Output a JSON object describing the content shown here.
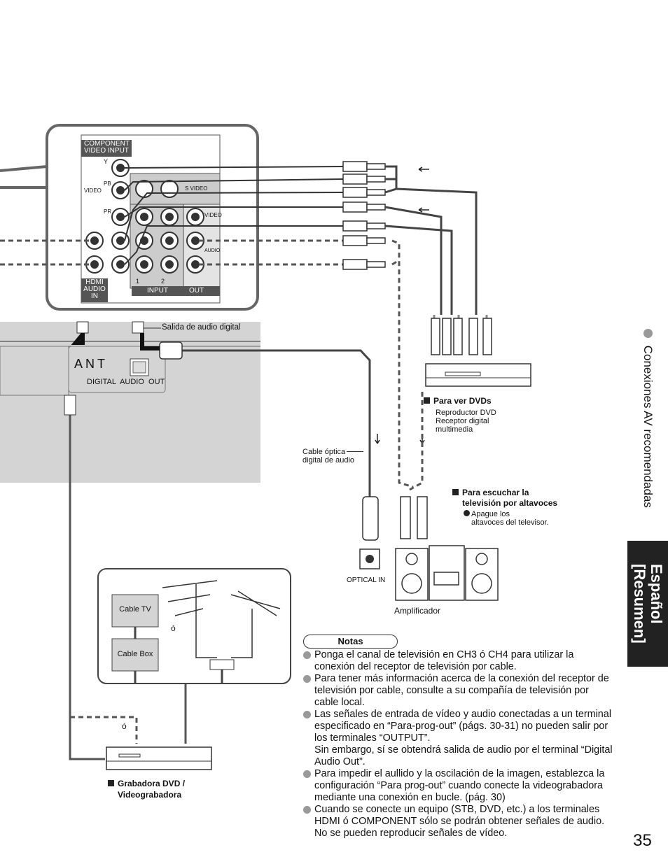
{
  "panel": {
    "component_label_1": "COMPONENT",
    "component_label_2": "VIDEO INPUT",
    "y_label": "Y",
    "pb_label": "PB",
    "pr_label": "PR",
    "video_label": "VIDEO",
    "svideo_label": "S VIDEO",
    "video_label_2": "VIDEO",
    "audio_label": "AUDIO",
    "hdmi_label_1": "HDMI",
    "hdmi_label_2": "AUDIO",
    "hdmi_label_3": "IN",
    "input_label": "INPUT",
    "out_label": "OUT",
    "input_1": "1",
    "input_2": "2"
  },
  "tv": {
    "ant_label": "ANT",
    "digital_audio_out": "DIGITAL  AUDIO  OUT",
    "salida_audio": "Salida de audio digital"
  },
  "dvd": {
    "heading": "Para ver DVDs",
    "items": [
      "Reproductor DVD",
      "Receptor digital",
      "multimedia"
    ]
  },
  "cable": {
    "label_1": "Cable óptica",
    "label_2": "digital de audio"
  },
  "speakers": {
    "heading_1": "Para escuchar la",
    "heading_2": "televisión por altavoces",
    "note_1": "Apague los",
    "note_2": "altavoces del televisor."
  },
  "amp": {
    "optical_in": "OPTICAL IN",
    "label": "Amplificador"
  },
  "antenna_box": {
    "cable_tv": "Cable TV",
    "cable_box": "Cable Box",
    "or_1": "ó"
  },
  "recorder": {
    "or_2": "ó",
    "heading_1": "Grabadora DVD /",
    "heading_2": "Videograbadora"
  },
  "notes": {
    "badge": "Notas",
    "items": [
      "Ponga el canal de televisión en CH3 ó CH4 para utilizar la conexión del receptor de televisión por cable.",
      "Para tener más información acerca de la conexión del receptor de televisión por cable, consulte a su compañía de televisión por cable local.",
      "Las señales de entrada de vídeo y audio conectadas a un terminal especificado en “Para-prog-out” (págs. 30-31) no pueden salir por los terminales “OUTPUT”.",
      "Sin embargo, sí se obtendrá salida de audio por el terminal “Digital Audio Out”.",
      "Para impedir el aullido y la oscilación de la imagen, establezca la configuración “Para prog-out” cuando conecte la videograbadora mediante una conexión en bucle. (pág. 30)",
      "Cuando se conecte un equipo (STB, DVD, etc.) a los terminales HDMI ó COMPONENT sólo se podrán obtener señales de audio. No se pueden reproducir señales de vídeo."
    ]
  },
  "sidebar": {
    "section": "Conexiones AV recomendadas",
    "tab_1": "Español",
    "tab_2": "[Resumen]"
  },
  "page_number": "35"
}
